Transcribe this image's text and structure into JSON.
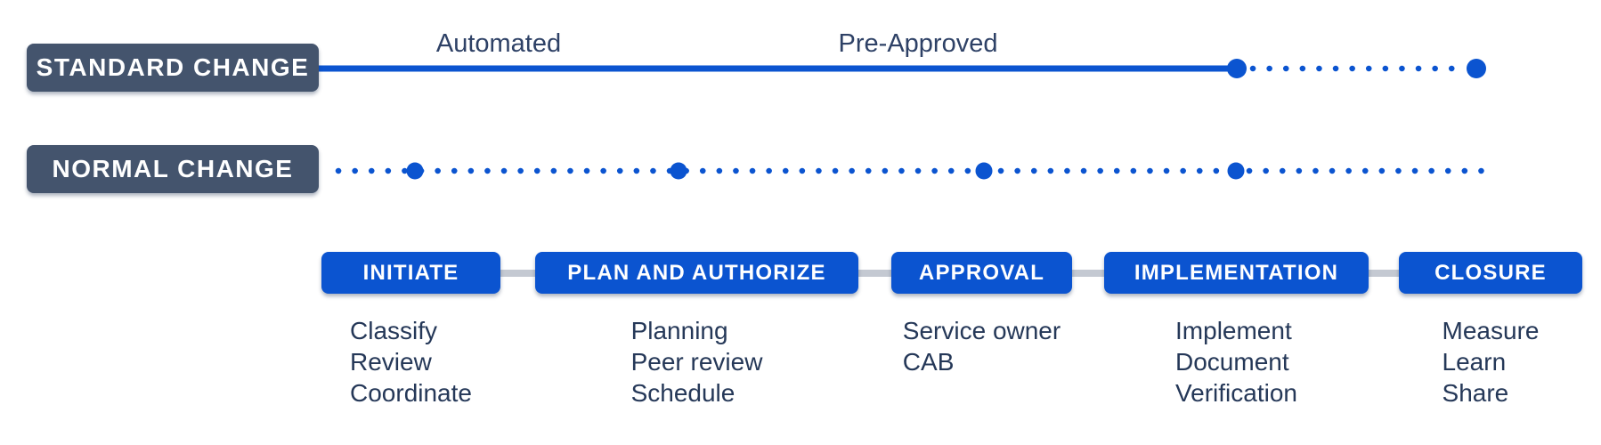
{
  "palette": {
    "primary_blue": "#0B54D0",
    "badge_slate": "#44546D",
    "text_navy": "#253858",
    "annotation_navy": "#2E4166",
    "connector_gray": "#C4C9D2",
    "background": "#FFFFFF",
    "label_text": "#FFFFFF"
  },
  "tracks": {
    "standard": {
      "label": "STANDARD CHANGE",
      "line_style": "solid-then-dotted",
      "annotations": {
        "first": "Automated",
        "second": "Pre-Approved"
      }
    },
    "normal": {
      "label": "NORMAL CHANGE",
      "line_style": "dotted-with-milestones"
    }
  },
  "stages": [
    {
      "label": "INITIATE",
      "items": [
        "Classify",
        "Review",
        "Coordinate"
      ]
    },
    {
      "label": "PLAN AND AUTHORIZE",
      "items": [
        "Planning",
        "Peer review",
        "Schedule"
      ]
    },
    {
      "label": "APPROVAL",
      "items": [
        "Service owner",
        "CAB"
      ]
    },
    {
      "label": "IMPLEMENTATION",
      "items": [
        "Implement",
        "Document",
        "Verification"
      ]
    },
    {
      "label": "CLOSURE",
      "items": [
        "Measure",
        "Learn",
        "Share"
      ]
    }
  ]
}
